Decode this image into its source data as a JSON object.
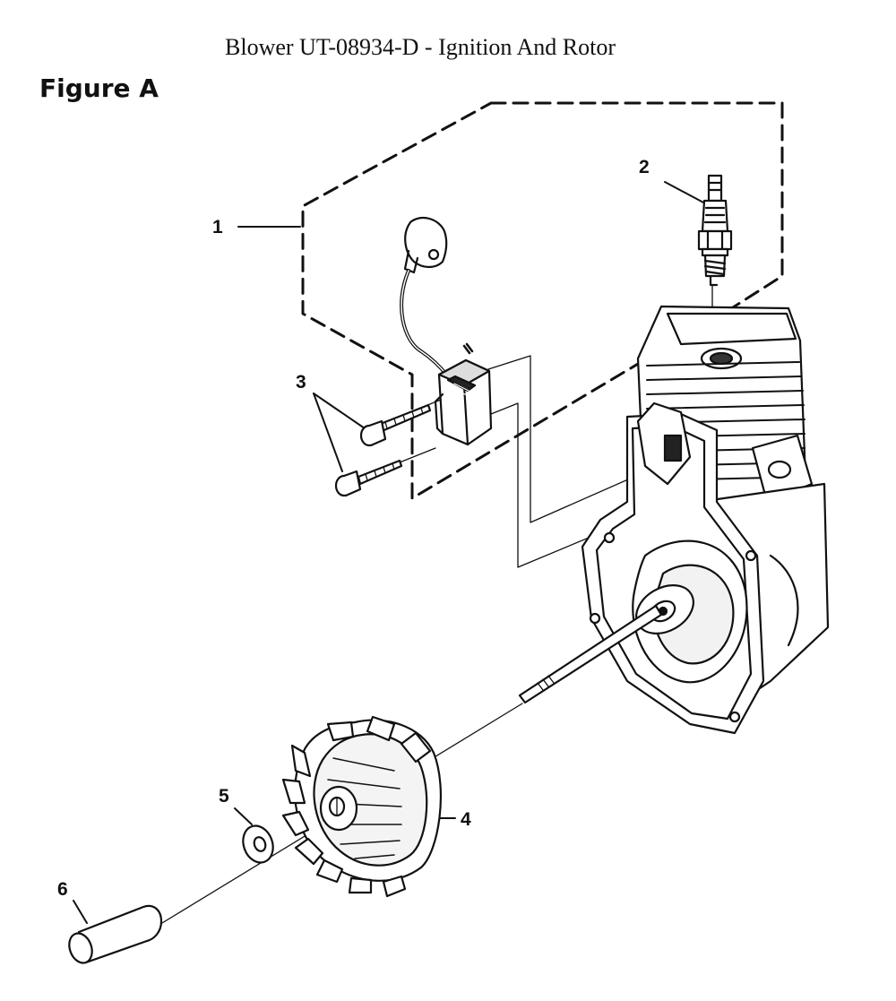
{
  "document": {
    "title": "Blower UT-08934-D - Ignition And Rotor",
    "figure_label": "Figure A"
  },
  "callouts": [
    "1",
    "2",
    "3",
    "4",
    "5",
    "6"
  ]
}
